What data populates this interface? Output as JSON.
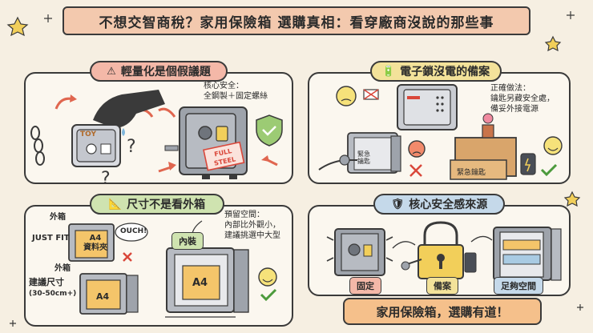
{
  "title": "不想交智商稅？家用保險箱 選購真相：看穿廠商沒說的那些事",
  "panels": {
    "top_left": {
      "heading": "輕量化是個假議題",
      "note_line1": "核心安全：",
      "note_line2": "全鋼製＋固定螺絲",
      "toy_label": "TOY",
      "stamp_line1": "FULL",
      "stamp_line2": "STEEL"
    },
    "top_right": {
      "heading": "電子鎖沒電的備案",
      "note_line1": "正確做法：",
      "note_line2": "鑰匙另藏安全處，",
      "note_line3": "備妥外接電源",
      "key_tag_line1": "緊急",
      "key_tag_line2": "鑰匙",
      "drawer_label": "緊急鑰匙"
    },
    "bottom_left": {
      "heading": "尺寸不是看外箱",
      "outer_box_1": "外箱",
      "just_fit": "JUST FIT",
      "folder_a4": "A4",
      "folder_label": "資料夾",
      "ouch": "OUCH!",
      "outer_box_2": "外箱",
      "suggest_line1": "建議尺寸",
      "suggest_line2": "(30-50cm+)",
      "a4_small": "A4",
      "inner_tag": "內裝",
      "reserve_line1": "預留空間：",
      "reserve_line2": "內部比外觀小，",
      "reserve_line3": "建議挑選中大型",
      "a4_big": "A4"
    },
    "bottom_right": {
      "heading": "核心安全感來源",
      "tag_fixed": "固定",
      "tag_backup": "備案",
      "tag_space": "足夠空間"
    }
  },
  "footer": "家用保險箱，選購有道！",
  "colors": {
    "background": "#f6efe2",
    "banner": "#f3c9ae",
    "pill_red": "#f4b8a8",
    "pill_yellow": "#f3e29a",
    "pill_green": "#cfe3b0",
    "pill_blue": "#c5d9ea",
    "footer": "#f5c08b"
  }
}
